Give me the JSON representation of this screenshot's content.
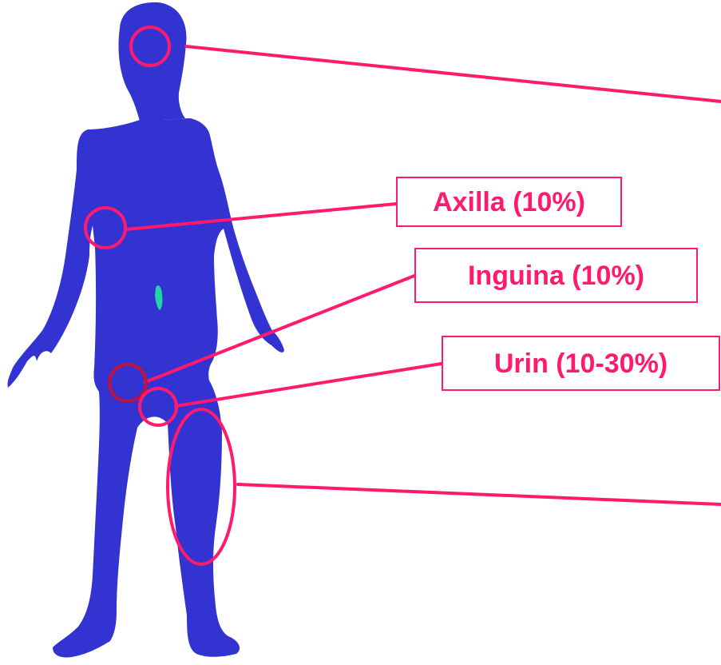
{
  "colors": {
    "silhouette": "#3333d1",
    "marker": "#ff1a6e",
    "marker_dark": "#c0123a",
    "accent_spot": "#1fd6a4",
    "background": "#ffffff"
  },
  "labels": {
    "axilla": "Axilla (10%)",
    "inguina": "Inguina (10%)",
    "urin": "Urin (10-30%)"
  }
}
